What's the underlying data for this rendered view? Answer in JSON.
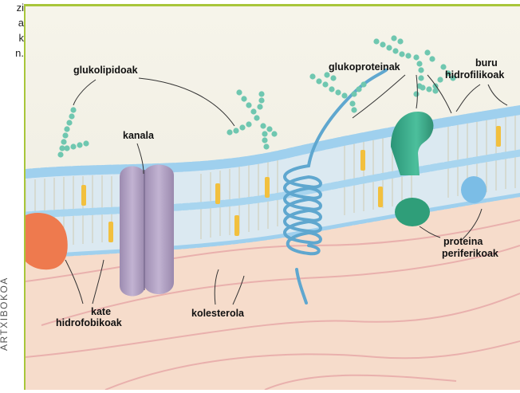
{
  "side_text": [
    "zi",
    "a",
    "k",
    "n."
  ],
  "credit": "ARTXIBOKOA",
  "labels": {
    "glukolipidoak": "glukolipidoak",
    "glukoproteinak": "glukoproteinak",
    "buru_line1": "buru",
    "buru_line2": "hidrofilikoak",
    "kanala": "kanala",
    "kate_line1": "kate",
    "kate_line2": "hidrofobikoak",
    "kolesterola": "kolesterola",
    "proteina_line1": "proteina",
    "proteina_line2": "periferikoak"
  },
  "colors": {
    "frame": "#a8c63a",
    "background_top": "#f3f1e6",
    "cytoplasm": "#f6dccb",
    "head": "#9fd0ee",
    "tail": "#d8e6ee",
    "cholesterol": "#f2c03e",
    "channel": "#b4a3c4",
    "glycoprotein": "#3aa88a",
    "sugar": "#6fc7b0",
    "peripheral_blue": "#7bbde6",
    "peripheral_green": "#2f9e79",
    "orange_protein": "#ee7a4e",
    "helix": "#5fa7cf"
  }
}
